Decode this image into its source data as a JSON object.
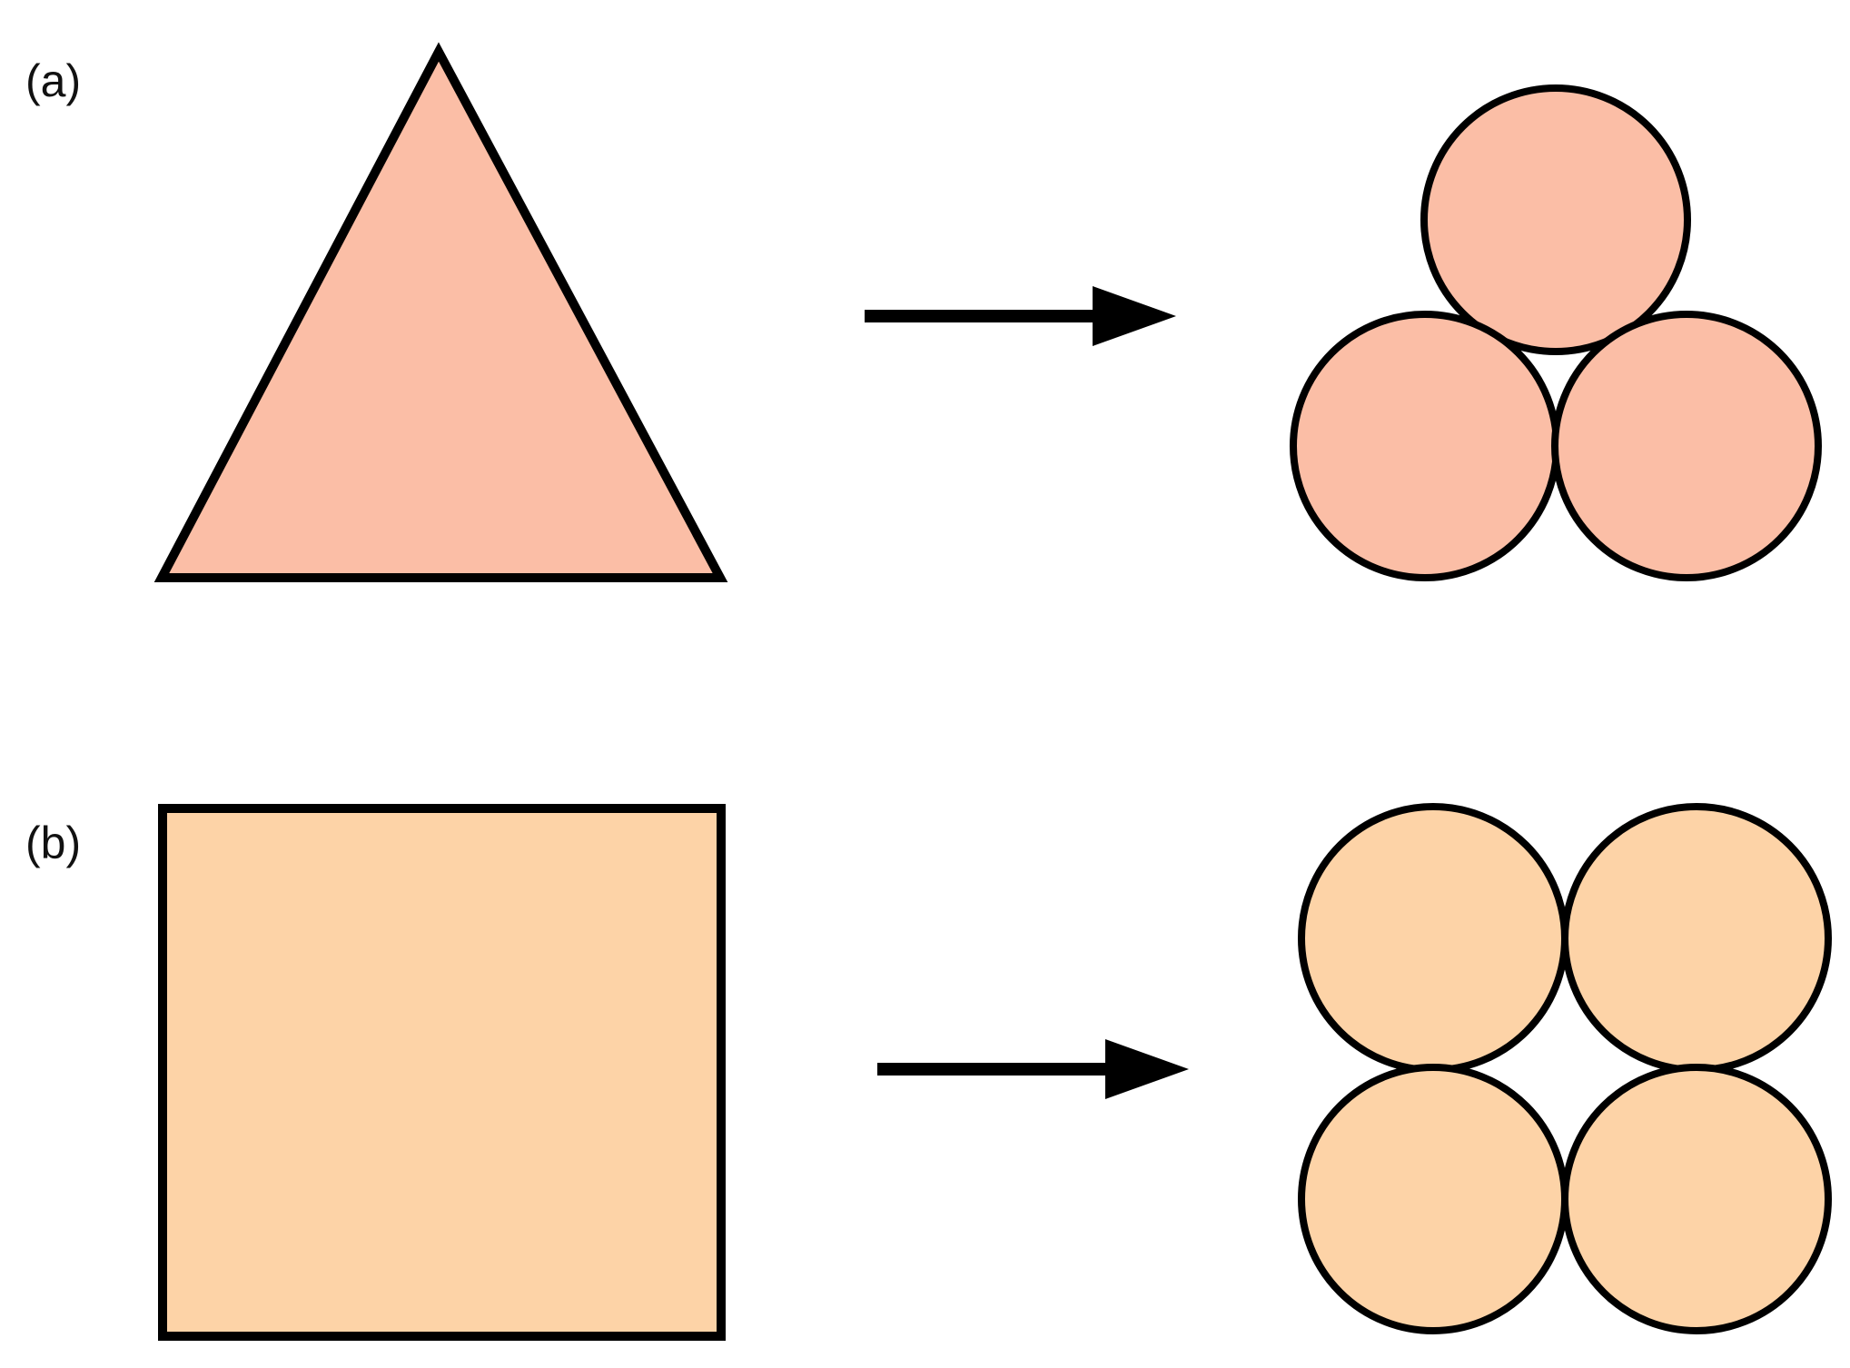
{
  "panels": [
    {
      "id": "a",
      "label": "(a)",
      "source_shape": "triangle",
      "target": "three-circles",
      "circle_count": 3
    },
    {
      "id": "b",
      "label": "(b)",
      "source_shape": "square",
      "target": "four-circles",
      "circle_count": 4
    }
  ],
  "colors": {
    "triangle_fill": "#FBBEA6",
    "square_fill": "#FDD3A7",
    "stroke": "#000000",
    "background": "#FFFFFF"
  },
  "icons": {
    "arrow": "right-arrow-icon"
  }
}
